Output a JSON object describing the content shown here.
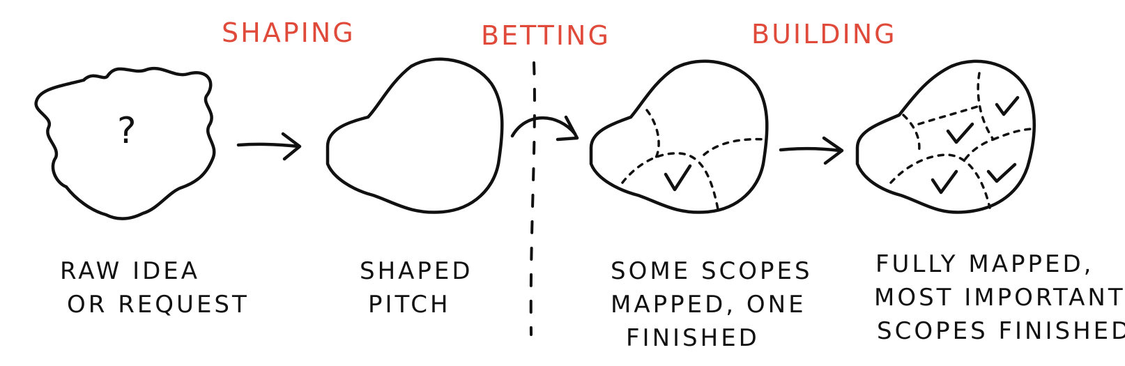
{
  "phases": {
    "shaping": "SHAPING",
    "betting": "BETTING",
    "building": "BUILDING"
  },
  "stages": [
    {
      "line1": "RAW IDEA",
      "line2": "OR REQUEST",
      "line3": ""
    },
    {
      "line1": "SHAPED",
      "line2": "PITCH",
      "line3": ""
    },
    {
      "line1": "SOME SCOPES",
      "line2": "MAPPED, ONE",
      "line3": "FINISHED"
    },
    {
      "line1": "FULLY MAPPED,",
      "line2": "MOST IMPORTANT",
      "line3": "SCOPES FINISHED"
    }
  ],
  "raw_idea_symbol": "?",
  "colors": {
    "phase_label": "#e04a3a",
    "ink": "#111111"
  }
}
